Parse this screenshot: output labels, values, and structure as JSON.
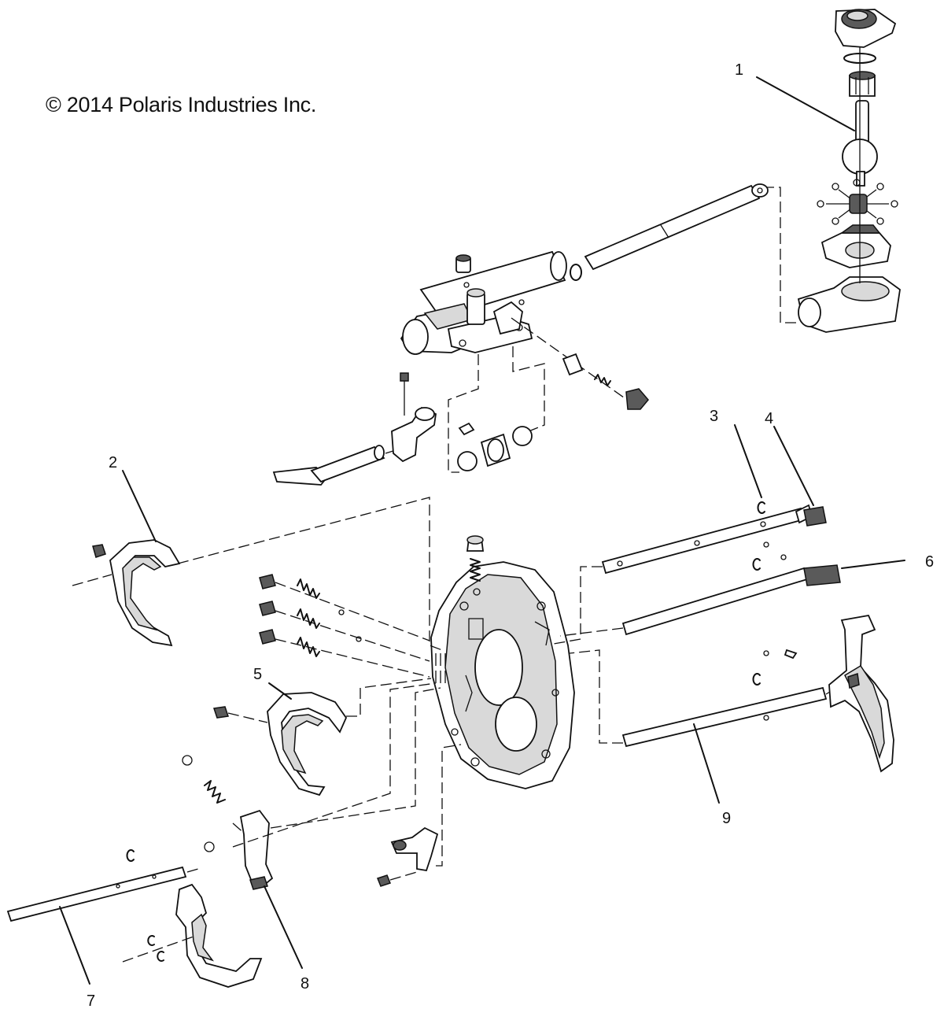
{
  "copyright": "© 2014 Polaris Industries Inc.",
  "callouts": [
    "1",
    "2",
    "3",
    "4",
    "5",
    "6",
    "7",
    "8",
    "9"
  ]
}
